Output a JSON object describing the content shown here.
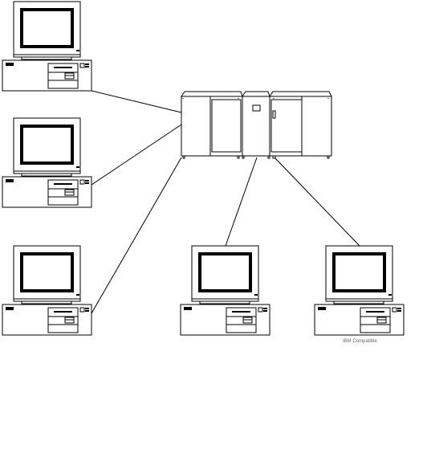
{
  "diagram": {
    "caption": "IBM Compatible",
    "nodes": [
      {
        "id": "pc-1",
        "kind": "desktop-computer"
      },
      {
        "id": "pc-2",
        "kind": "desktop-computer"
      },
      {
        "id": "pc-3",
        "kind": "desktop-computer"
      },
      {
        "id": "pc-4",
        "kind": "desktop-computer"
      },
      {
        "id": "pc-5",
        "kind": "desktop-computer"
      },
      {
        "id": "mainframe",
        "kind": "mainframe-cabinets"
      }
    ],
    "connections": [
      {
        "from": "pc-1",
        "to": "mainframe"
      },
      {
        "from": "pc-2",
        "to": "mainframe"
      },
      {
        "from": "pc-3",
        "to": "mainframe"
      },
      {
        "from": "pc-4",
        "to": "mainframe"
      },
      {
        "from": "pc-5",
        "to": "mainframe"
      }
    ],
    "colors": {
      "stroke": "#000000",
      "fill": "#ffffff",
      "caption": "#666666"
    }
  }
}
